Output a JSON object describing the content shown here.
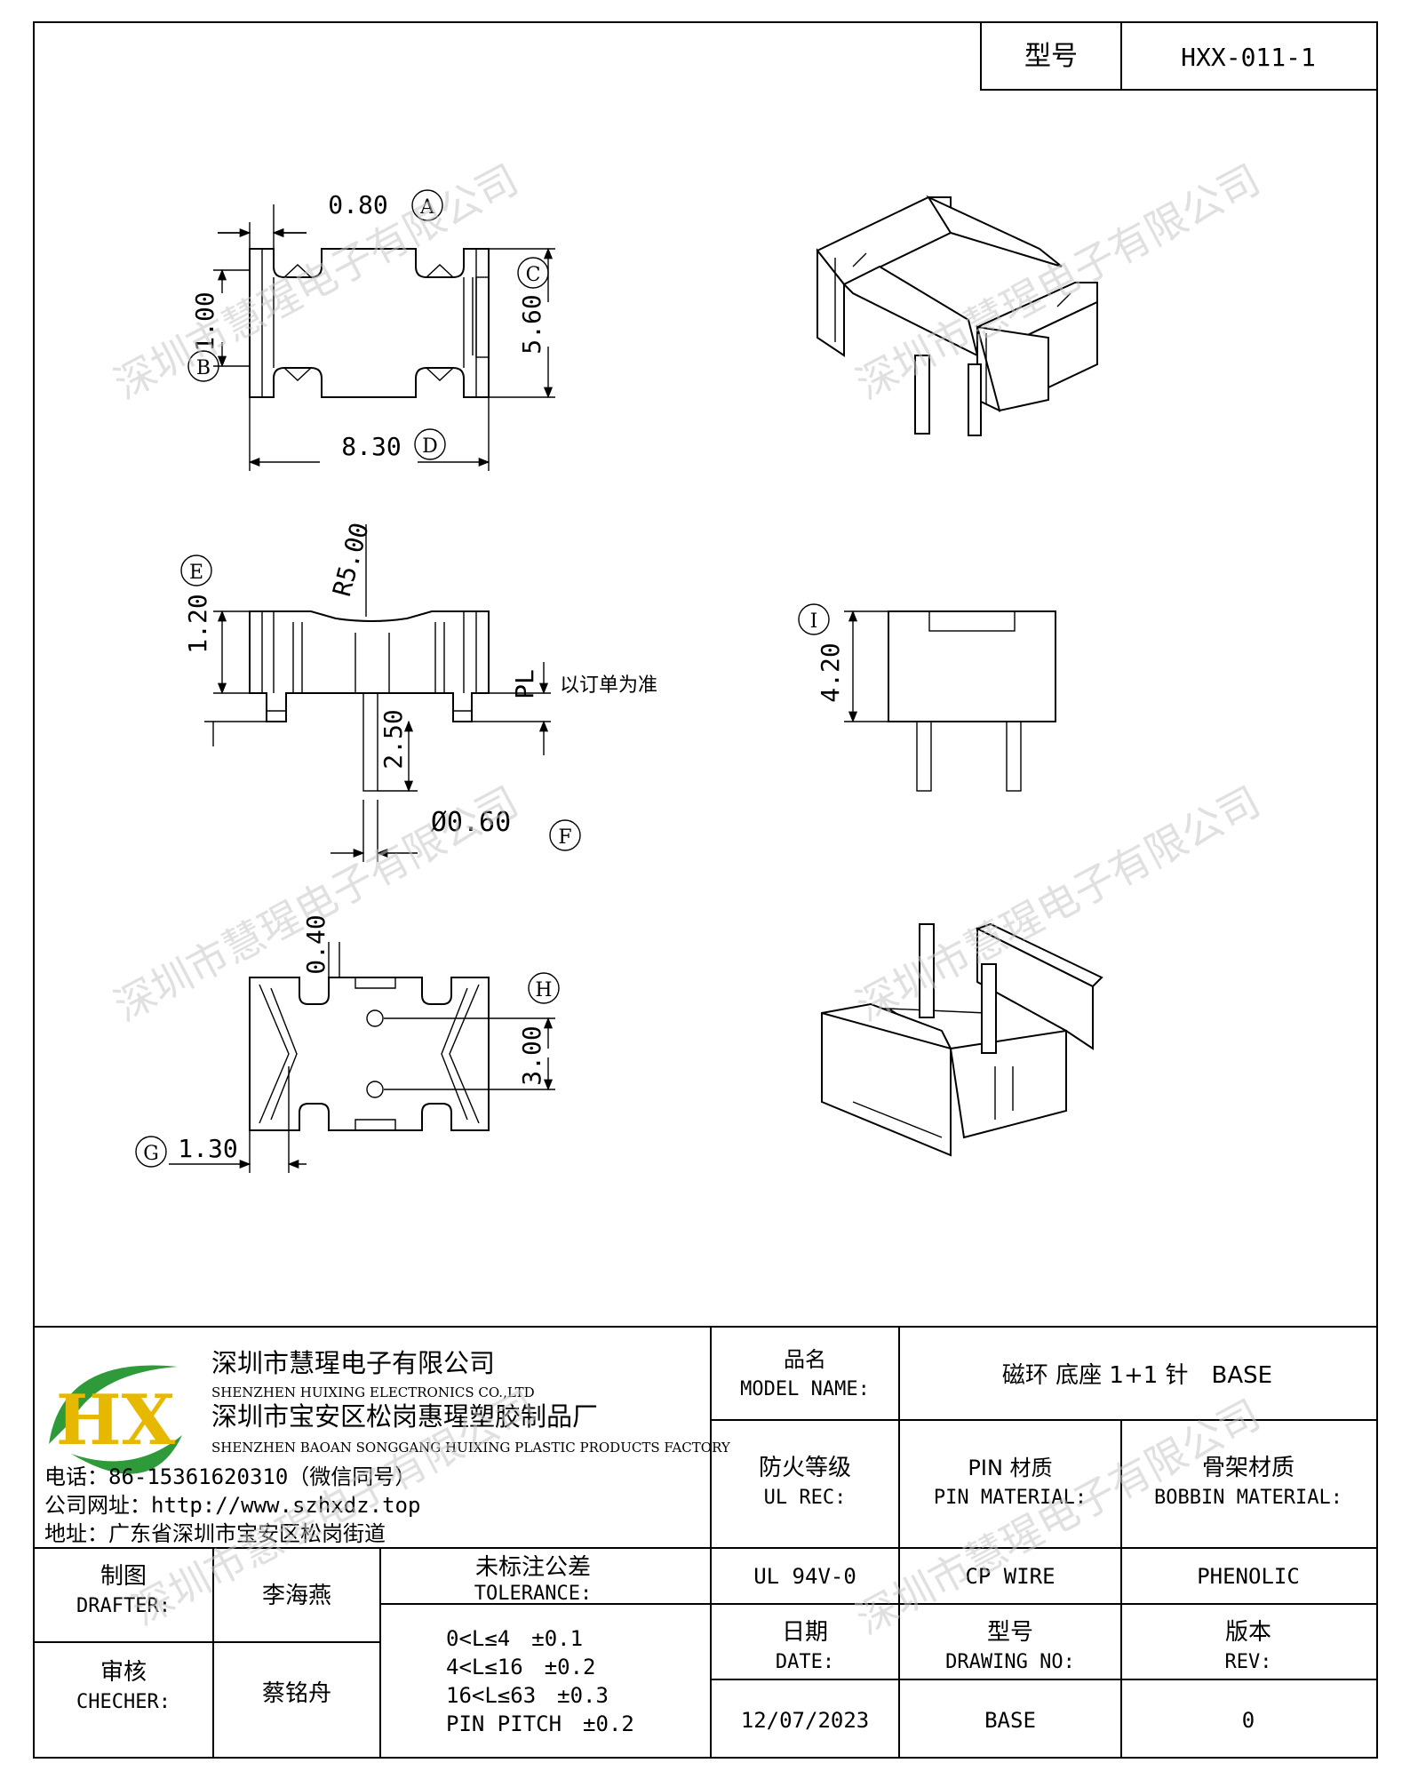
{
  "header": {
    "model_label": "型号",
    "model_value": "HXX-011-1"
  },
  "drawing": {
    "dims": {
      "a": "0.80",
      "b": "1.00",
      "c": "5.60",
      "d": "8.30",
      "e": "1.20",
      "r": "R5.00",
      "pl": "PL",
      "pl_note": "以订单为准",
      "pin_len": "2.50",
      "pin_dia": "Ø0.60",
      "i": "4.20",
      "h_gap": "0.40",
      "h": "3.00",
      "g": "1.30"
    },
    "markers": {
      "a": "A",
      "b": "B",
      "c": "C",
      "d": "D",
      "e": "E",
      "f": "F",
      "g": "G",
      "h": "H",
      "i": "I"
    }
  },
  "watermark": "深圳市慧瑆电子有限公司",
  "company": {
    "logo": "HX",
    "name_cn": "深圳市慧瑆电子有限公司",
    "name_en": "SHENZHEN HUIXING ELECTRONICS CO.,LTD",
    "factory_cn": "深圳市宝安区松岗惠瑆塑胶制品厂",
    "factory_en": "SHENZHEN BAOAN SONGGANG HUIXING PLASTIC PRODUCTS FACTORY",
    "phone": "电话：86-15361620310（微信同号）",
    "website": "公司网址：http://www.szhxdz.top",
    "address": "地址：广东省深圳市宝安区松岗街道"
  },
  "title_block": {
    "model_name_cn": "品名",
    "model_name_en": "MODEL NAME:",
    "model_name_value": "磁环 底座 1+1 针　BASE",
    "ul_cn": "防火等级",
    "ul_en": "UL REC:",
    "pin_mat_cn": "PIN 材质",
    "pin_mat_en": "PIN MATERIAL:",
    "bobbin_mat_cn": "骨架材质",
    "bobbin_mat_en": "BOBBIN MATERIAL:",
    "ul_value": "UL 94V-0",
    "pin_value": "CP WIRE",
    "bobbin_value": "PHENOLIC",
    "drafter_cn": "制图",
    "drafter_en": "DRAFTER:",
    "drafter_name": "李海燕",
    "checker_cn": "审核",
    "checker_en": "CHECHER:",
    "checker_name": "蔡铭舟",
    "tolerance_cn": "未标注公差",
    "tolerance_en": "TOLERANCE:",
    "tol1": "0<L≤4　±0.1",
    "tol2": "4<L≤16　±0.2",
    "tol3": "16<L≤63　±0.3",
    "tol4": "PIN PITCH　±0.2",
    "date_cn": "日期",
    "date_en": "DATE:",
    "date_value": "12/07/2023",
    "drawing_no_cn": "型号",
    "drawing_no_en": "DRAWING NO:",
    "drawing_no_value": "BASE",
    "rev_cn": "版本",
    "rev_en": "REV:",
    "rev_value": "0"
  },
  "colors": {
    "logo_green": "#2e9a3a",
    "logo_yellow": "#e6b800"
  }
}
